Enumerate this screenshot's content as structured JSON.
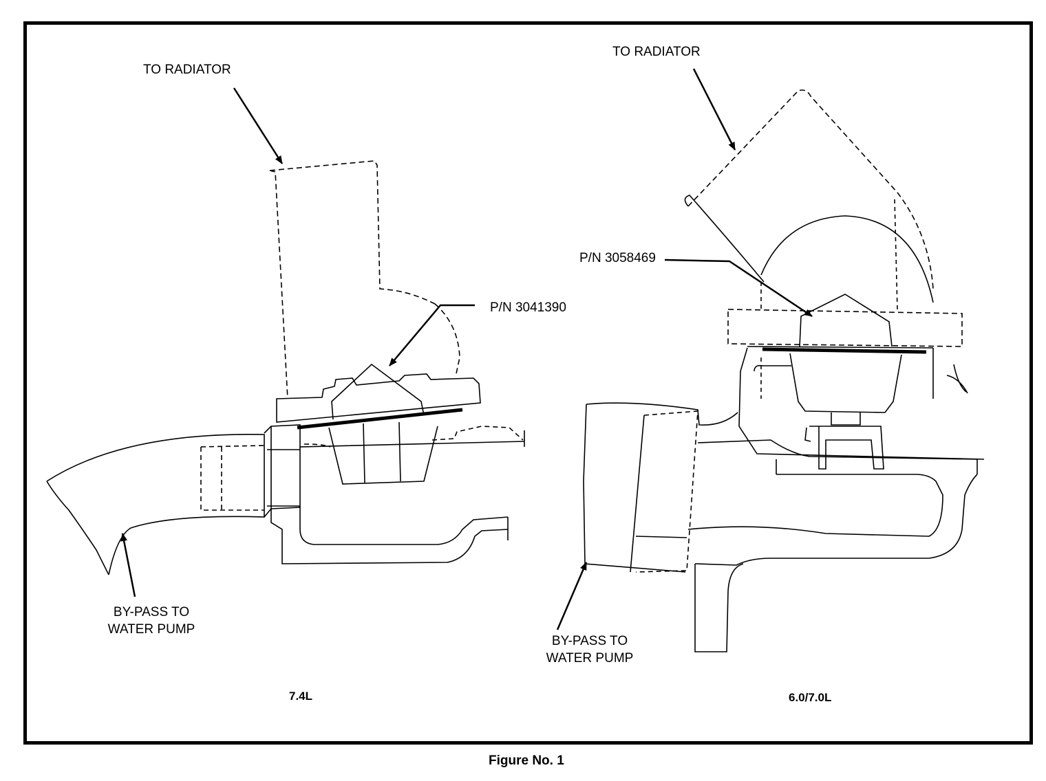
{
  "left": {
    "to_radiator": "TO RADIATOR",
    "part_number": "P/N 3041390",
    "bypass_line1": "BY-PASS TO",
    "bypass_line2": "WATER PUMP",
    "engine": "7.4L"
  },
  "right": {
    "to_radiator": "TO RADIATOR",
    "part_number": "P/N 3058469",
    "bypass_line1": "BY-PASS TO",
    "bypass_line2": "WATER PUMP",
    "engine": "6.0/7.0L"
  },
  "caption": "Figure No. 1"
}
